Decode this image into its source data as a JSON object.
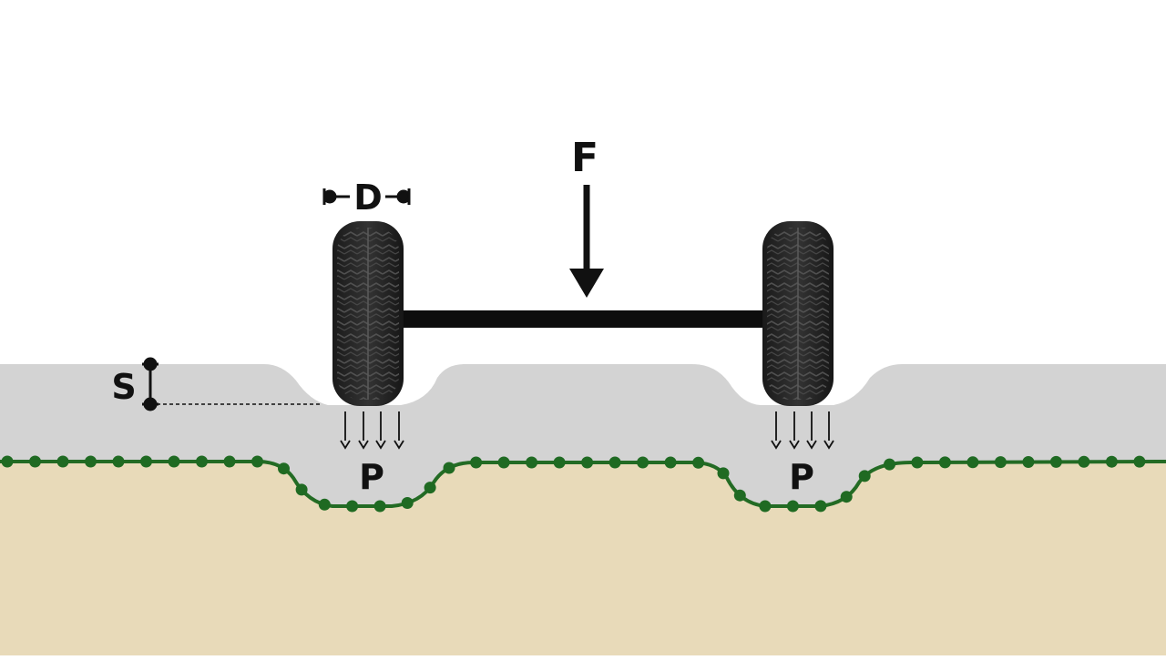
{
  "labels": {
    "force": "F",
    "tire_width": "D",
    "sinkage": "S",
    "pressure_left": "P",
    "pressure_right": "P"
  },
  "colors": {
    "background": "#ffffff",
    "soft_layer": "#d3d3d3",
    "subsoil": "#e8dab9",
    "boundary_line": "#236b24",
    "boundary_dots": "#1f6a22",
    "ink": "#111111"
  }
}
